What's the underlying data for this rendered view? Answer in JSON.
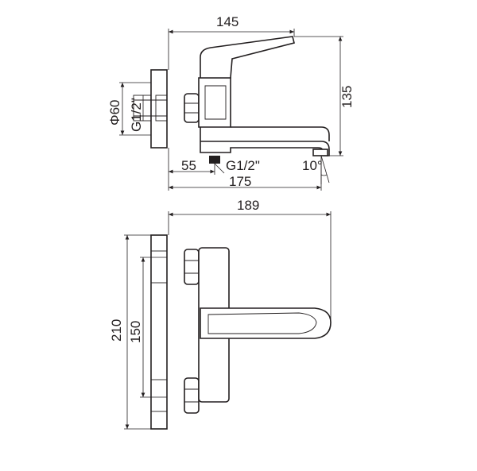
{
  "top_view": {
    "dim_width": "145",
    "dim_height": "135",
    "dim_inlet": "Φ60",
    "dim_thread_inlet": "G1/2\"",
    "dim_offset": "55",
    "dim_thread_outlet": "G1/2\"",
    "dim_total_length": "175",
    "dim_angle": "10°"
  },
  "front_view": {
    "dim_length": "189",
    "dim_height": "210",
    "dim_centers": "150"
  }
}
